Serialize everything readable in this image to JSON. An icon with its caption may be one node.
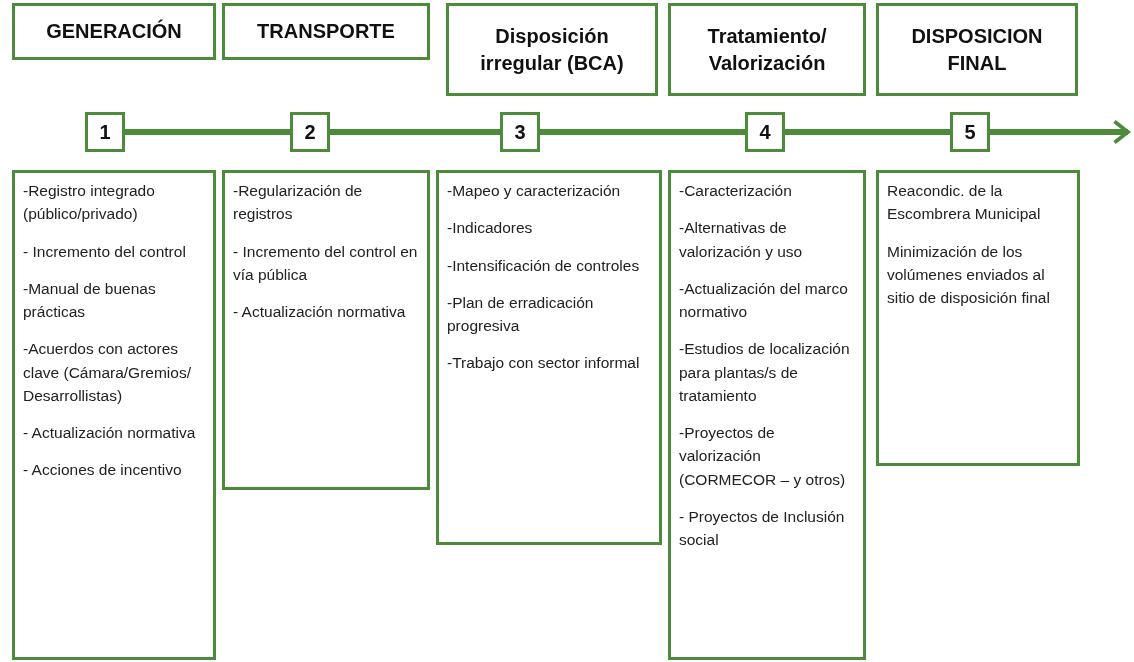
{
  "diagram": {
    "nodes": [
      {
        "text": [
          "GENERACIÓN"
        ]
      },
      {
        "text": [
          "TRANSPORTE"
        ]
      },
      {
        "text": [
          "Disposición irregular (BCA)"
        ]
      },
      {
        "text": [
          "Tratamiento/ Valorización"
        ]
      },
      {
        "text": [
          "DISPOSICION FINAL"
        ]
      },
      {
        "text": [
          "1"
        ]
      },
      {
        "text": [
          "2"
        ]
      },
      {
        "text": [
          "3"
        ]
      },
      {
        "text": [
          "4"
        ]
      },
      {
        "text": [
          "5"
        ]
      },
      {
        "text": [
          "-Registro integrado (público/privado)",
          "- Incremento del control",
          "-Manual de buenas prácticas",
          "-Acuerdos con actores clave (Cámara/Gremios/ Desarrollistas)",
          "- Actualización normativa",
          "- Acciones de incentivo"
        ]
      },
      {
        "text": [
          "-Regularización de registros",
          "- Incremento del control en vía pública",
          "- Actualización normativa"
        ]
      },
      {
        "text": [
          "-Mapeo y caracterización",
          "-Indicadores",
          "-Intensificación de controles",
          "-Plan de erradicación progresiva",
          "-Trabajo con sector informal"
        ]
      },
      {
        "text": [
          "-Caracterización",
          "-Alternativas de valorización y uso",
          "-Actualización del marco normativo",
          "-Estudios de localización para plantas/s de tratamiento",
          "-Proyectos de valorización (CORMECOR – y otros)",
          "- Proyectos de Inclusión social"
        ]
      },
      {
        "text": [
          "Reacondic. de la Escombrera Municipal",
          "Minimización de los volúmenes enviados al sitio de disposición final"
        ]
      }
    ],
    "edges": [
      {
        "from": 5,
        "to": 6,
        "arrow": "none"
      },
      {
        "from": 6,
        "to": 7,
        "arrow": "none"
      },
      {
        "from": 7,
        "to": 8,
        "arrow": "none"
      },
      {
        "from": 8,
        "to": 9,
        "arrow": "none"
      },
      {
        "from": 9,
        "to": null,
        "arrow": "to"
      }
    ]
  }
}
